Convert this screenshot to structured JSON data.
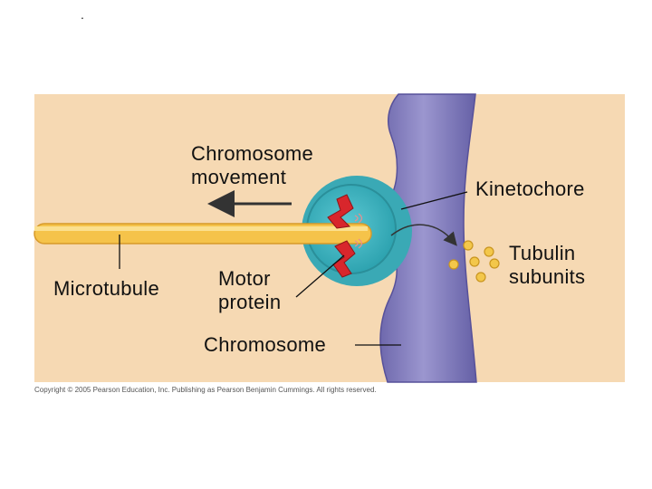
{
  "corner_mark": ".",
  "labels": {
    "chromosome_movement": [
      "Chromosome",
      "movement"
    ],
    "kinetochore": "Kinetochore",
    "tubulin_subunits": [
      "Tubulin",
      "subunits"
    ],
    "microtubule": "Microtubule",
    "motor_protein": [
      "Motor",
      "protein"
    ],
    "chromosome": "Chromosome"
  },
  "copyright": "Copyright © 2005 Pearson Education, Inc. Publishing as Pearson Benjamin Cummings. All rights reserved.",
  "colors": {
    "background_panel": "#f6d9b3",
    "chromosome": "#7d77b8",
    "kinetochore": "#3fb3c0",
    "microtubule": "#f5c34a",
    "motor_protein": "#d8262c",
    "tubulin": "#f3c74a"
  }
}
